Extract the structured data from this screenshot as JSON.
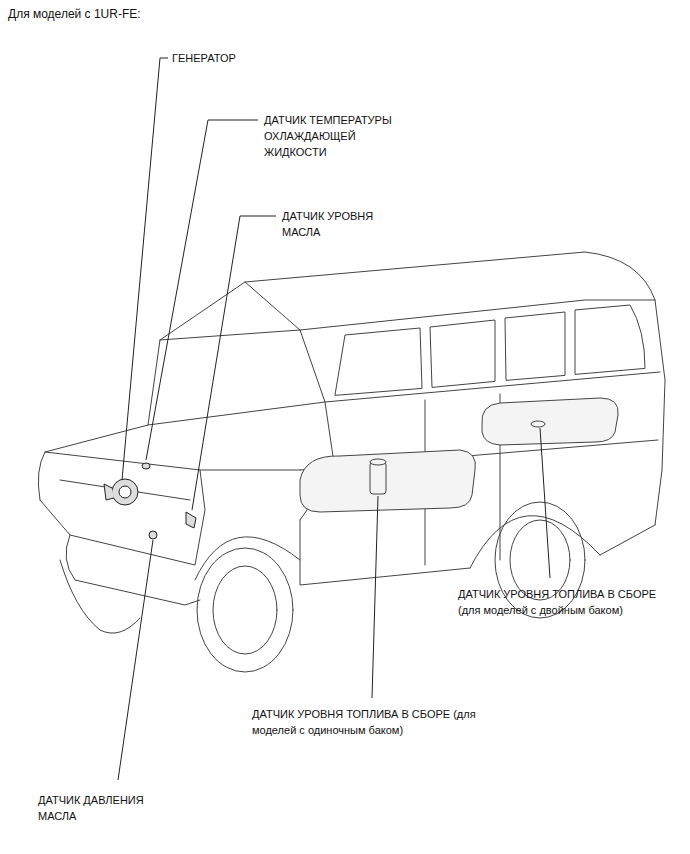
{
  "diagram": {
    "title": "Для моделей с 1UR-FE:",
    "labels": [
      "ГЕНЕРАТОР",
      "ДАТЧИК ТЕМПЕРАТУРЫ ОХЛАЖДАЮЩЕЙ ЖИДКОСТИ",
      "ДАТЧИК УРОВНЯ МАСЛА",
      "ДАТЧИК УРОВНЯ ТОПЛИВА В СБОРЕ (для моделей с двойным баком)",
      "ДАТЧИК УРОВНЯ ТОПЛИВА В СБОРЕ (для моделей с одиночным баком)",
      "ДАТЧИК ДАВЛЕНИЯ МАСЛА"
    ]
  }
}
